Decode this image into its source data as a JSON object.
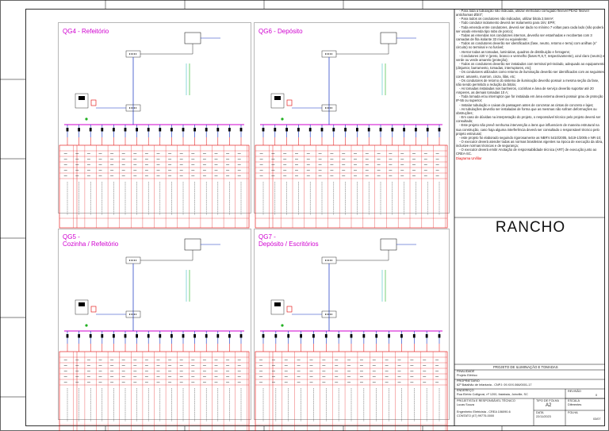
{
  "panels": [
    {
      "id": "qg4",
      "title": "QG4 - Refeitório"
    },
    {
      "id": "qg6",
      "title": "QG6 - Depósito"
    },
    {
      "id": "qg5",
      "title": "QG5 -\nCozinha / Refeitório"
    },
    {
      "id": "qg7",
      "title": "QG7 -\nDepósito / Escritórios"
    }
  ],
  "notes": [
    "- Para toda a tubulação não indicada, utilizar eletroduto corrugado flexível PEAD flexível antichamas Ø3/4\";",
    "- Para todos os condutores não indicados, utilizar bitola 2,5mm²;",
    "- Todo condutor isolamento deverá ter isolamento para 1kV, EPR;",
    "- Toda emenda entre condutores, deverá ser dado no mínimo 7 voltas para cada lado (não poderá ser usado emenda tipo rabo de porco);",
    "- Todas as emendas nos condutores internos, deverão ser estanhadas e recobertas com 3 camadas de fita isolante 33 nível ou equivalente;",
    "- Todos os condutores deverão ser identificados (fase, neutro, retorno e terra) com anilhas (n° circuito) no terminal e no fusível;",
    "- Aterrar todas as tomadas, luminárias, quadros de distribuição e ferragens;",
    "- Condutores 220 V (preto, branco e vermelho (fases R,S,T, respectivamente), azul claro (neutro) e verde ou verde amarelo (proteção);",
    "- Todos os condutores deverão ser instalados com terminal pré-isolado, adequado ao equipamento (disjuntor, barramento, tomadas, interruptores, etc);",
    "- Os condutores utilizados como retorno de iluminação deverão ser identificados com as seguintes cores: amarelo, marrom, cinza, lilás, etc;",
    "- Os condutores de retorno do sistema de iluminação deverão possuir a mesma seção da fase, não sendo permitido a redução da bitola;",
    "- As tomadas instaladas nos banheiros, cozinhas e área de serviço deverão suportar até 20 Amperes, as demais tomadas 10 A;",
    "- Toda tomada e/ou interruptor que for instalada em área externa deverá possuir grau de proteção IP-55 ou superior;",
    "- Instalar tubulação e caixas de passagem antes de concretar as cintas de concreto e lajes;",
    "- As tubulações deverão ser instaladas de forma que as mesmas não sofram deformações ou obstruções;",
    "- Em caso de dúvidas na interpretação do projeto, o responsável técnico pelo projeto deverá ser consultado;",
    "- Este projeto não prevê nenhuma intervenção a itens que influenciem de maneira estrutural na sua construção, caso haja alguma interferência deverá ser consultado o responsável técnico pelo projeto estrutural;",
    "- este projeto foi elaborado seguindo rigorosamente as NBR's 5410/2005, 5419-1/2005 e NR-10;",
    "- O executor deverá atender todas as normas brasileiras vigentes na época de execução da obra, inclusive normas técnicas e de segurança;",
    "- O executor deverá emitir Anotação de responsabilidade técnica (ART) de execução junto ao CREA-SC."
  ],
  "notes_label": "Diagrama Unifilar",
  "rancho": "RANCHO",
  "title_block": {
    "project": "PROJETO DE ILUMINAÇÃO E TOMADAS",
    "finalidade_label": "FINALIDADE",
    "finalidade": "Projeto Elétrico",
    "proprietario_label": "PROPRIETÁRIO",
    "proprietario": "62º Batalhão de Infantaria - CNPJ: 09.XXX.066/0001-17",
    "endereco_label": "ENDEREÇO",
    "endereco": "Rua Eletric Colligrosi, nº 1200, Itaiabaia, Joinville, SC",
    "revisao_label": "REVISÃO",
    "revisao": "0",
    "responsavel_label": "PROJETISTA E RESPONSÁVEL TÉCNICO",
    "responsavel": "Lucas Souza",
    "crea": "Engenheiro Eletricista - CREA 106090-6",
    "contato": "CONTATO (47) 99775-0000",
    "folha_label": "TIPO DE FOLHA",
    "folha": "A2",
    "escala_label": "ESCALA",
    "escala": "Diferentes",
    "data_label": "DATA",
    "data": "22/11/2023",
    "sheet_label": "FOLHA",
    "sheet": "03/07"
  },
  "colors": {
    "magenta": "#d000d0",
    "blue": "#1030c0",
    "red": "#e00000",
    "green": "#20b020",
    "cyan": "#40c0c0"
  }
}
